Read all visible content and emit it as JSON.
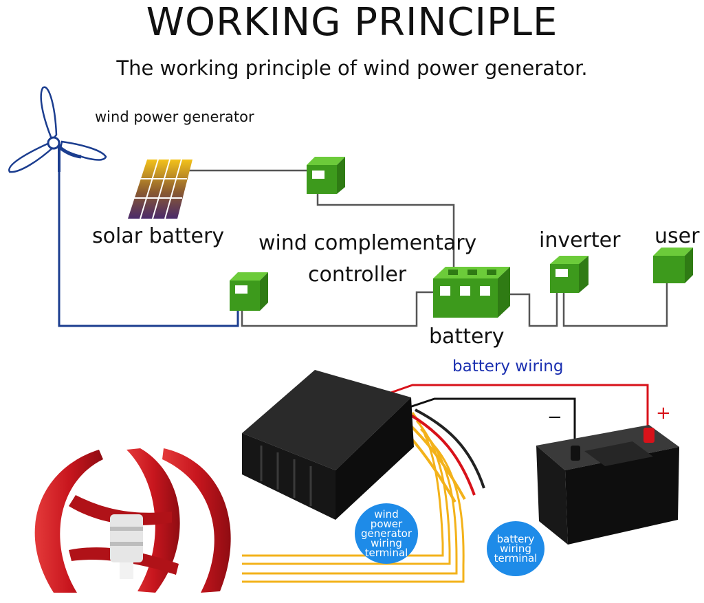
{
  "header": {
    "title": "WORKING PRINCIPLE",
    "subtitle": "The working principle of wind power generator."
  },
  "diagram": {
    "labels": {
      "wind_generator": "wind power generator",
      "solar": "solar battery",
      "controller_line1": "wind complementary",
      "controller_line2": "controller",
      "inverter": "inverter",
      "user": "user",
      "battery": "battery"
    }
  },
  "photo": {
    "battery_wiring_label": "battery wiring",
    "minus_sign": "−",
    "plus_sign": "+",
    "wind_terminal": [
      "wind",
      "power",
      "generator",
      "wiring",
      "terminal"
    ],
    "battery_terminal": [
      "battery",
      "wiring",
      "terminal"
    ]
  },
  "colors": {
    "box_green": "#3d9a1c",
    "wire_gray": "#555555",
    "turbine_blue": "#1b3d8f",
    "wire_red": "#d8121a",
    "wire_yellow": "#f3b21a",
    "badge_blue": "#1e8be8",
    "turbine_red": "#c8161e"
  }
}
